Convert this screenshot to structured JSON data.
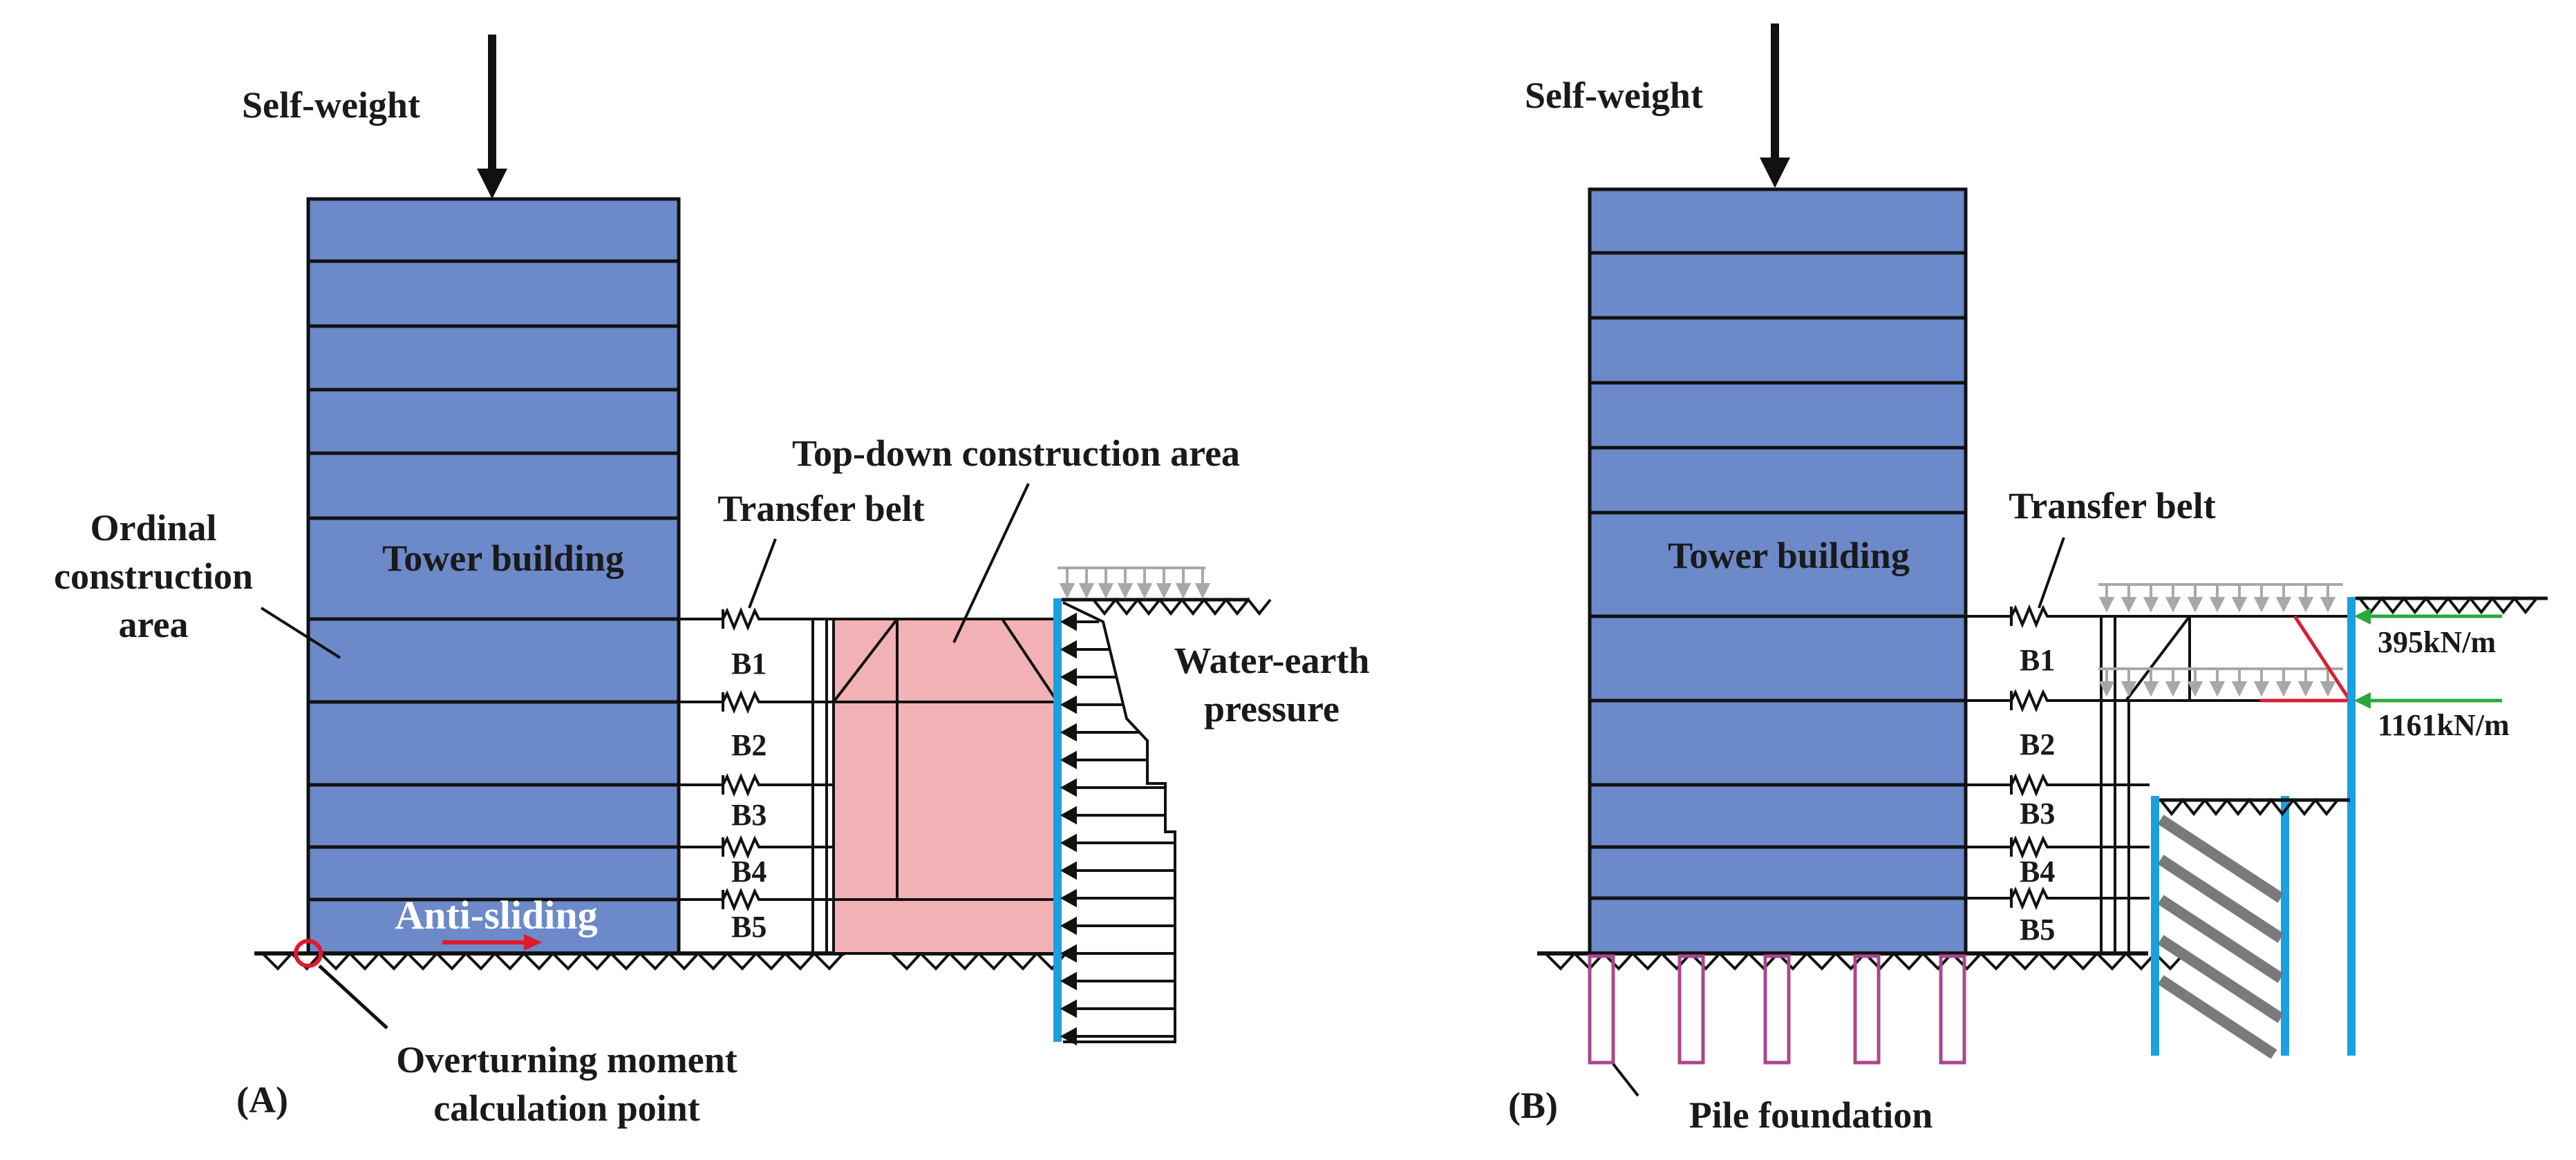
{
  "panel_a": {
    "panel_label": "(A)",
    "self_weight": "Self-weight",
    "tower_building": "Tower building",
    "ordinal_area": [
      "Ordinal",
      "construction",
      "area"
    ],
    "transfer_belt": "Transfer belt",
    "top_down_area": "Top-down construction area",
    "water_earth_pressure": [
      "Water-earth",
      "pressure"
    ],
    "anti_sliding": "Anti-sliding",
    "overturning_point": [
      "Overturning moment",
      "calculation point"
    ],
    "basements": [
      "B1",
      "B2",
      "B3",
      "B4",
      "B5"
    ]
  },
  "panel_b": {
    "panel_label": "(B)",
    "self_weight": "Self-weight",
    "tower_building": "Tower building",
    "transfer_belt": "Transfer belt",
    "pile_foundation": "Pile foundation",
    "load_upper": "395kN/m",
    "load_lower": "1161kN/m",
    "basements": [
      "B1",
      "B2",
      "B3",
      "B4",
      "B5"
    ]
  },
  "colors": {
    "building_fill": "#6c89c9",
    "top_down_fill": "#f2b2b5",
    "retaining_wall": "#1aa0e0",
    "anti_sliding_arrow": "#e0192c",
    "overturning_marker": "#e0192c",
    "reaction_arrow": "#2aa83c",
    "diagonal_strut": "#d81e35",
    "surcharge_arrow": "#aaaaaa",
    "pile": "#a9488e",
    "hatch": "#7a7a7a"
  }
}
